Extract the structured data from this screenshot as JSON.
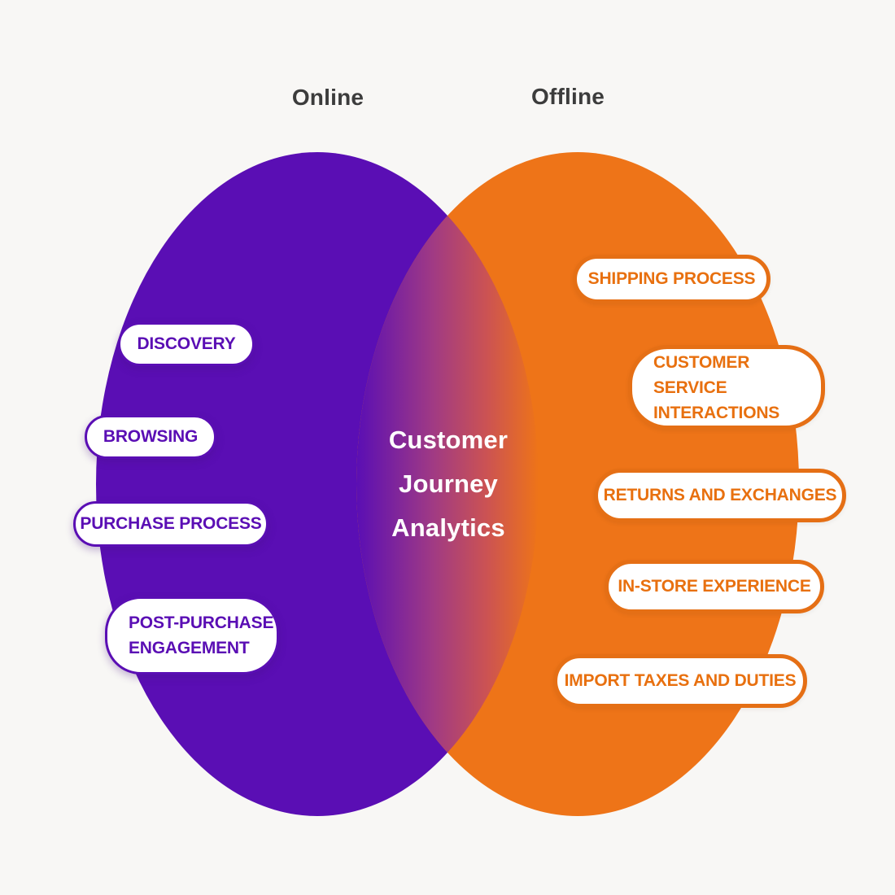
{
  "title": "Customer Journey Analytics venn diagram",
  "online": {
    "label": "Online",
    "items": [
      "DISCOVERY",
      "BROWSING",
      "PURCHASE PROCESS",
      "POST-PURCHASE ENGAGEMENT"
    ]
  },
  "offline": {
    "label": "Offline",
    "items": [
      "SHIPPING PROCESS",
      "CUSTOMER SERVICE INTERACTIONS",
      "RETURNS AND EXCHANGES",
      "IN-STORE EXPERIENCE",
      "IMPORT TAXES AND DUTIES"
    ]
  },
  "center": {
    "lines": [
      "Customer",
      "Journey",
      "Analytics"
    ]
  },
  "colors": {
    "online": "#5a0eb4",
    "offline": "#ee7418",
    "offline_border": "#e56f15",
    "overlap_mid1": "#a03a84",
    "overlap_mid2": "#cc5352",
    "background": "#f8f7f5",
    "pill_bg": "#ffffff",
    "label_text": "#3c3c3c",
    "center_text": "#ffffff"
  }
}
